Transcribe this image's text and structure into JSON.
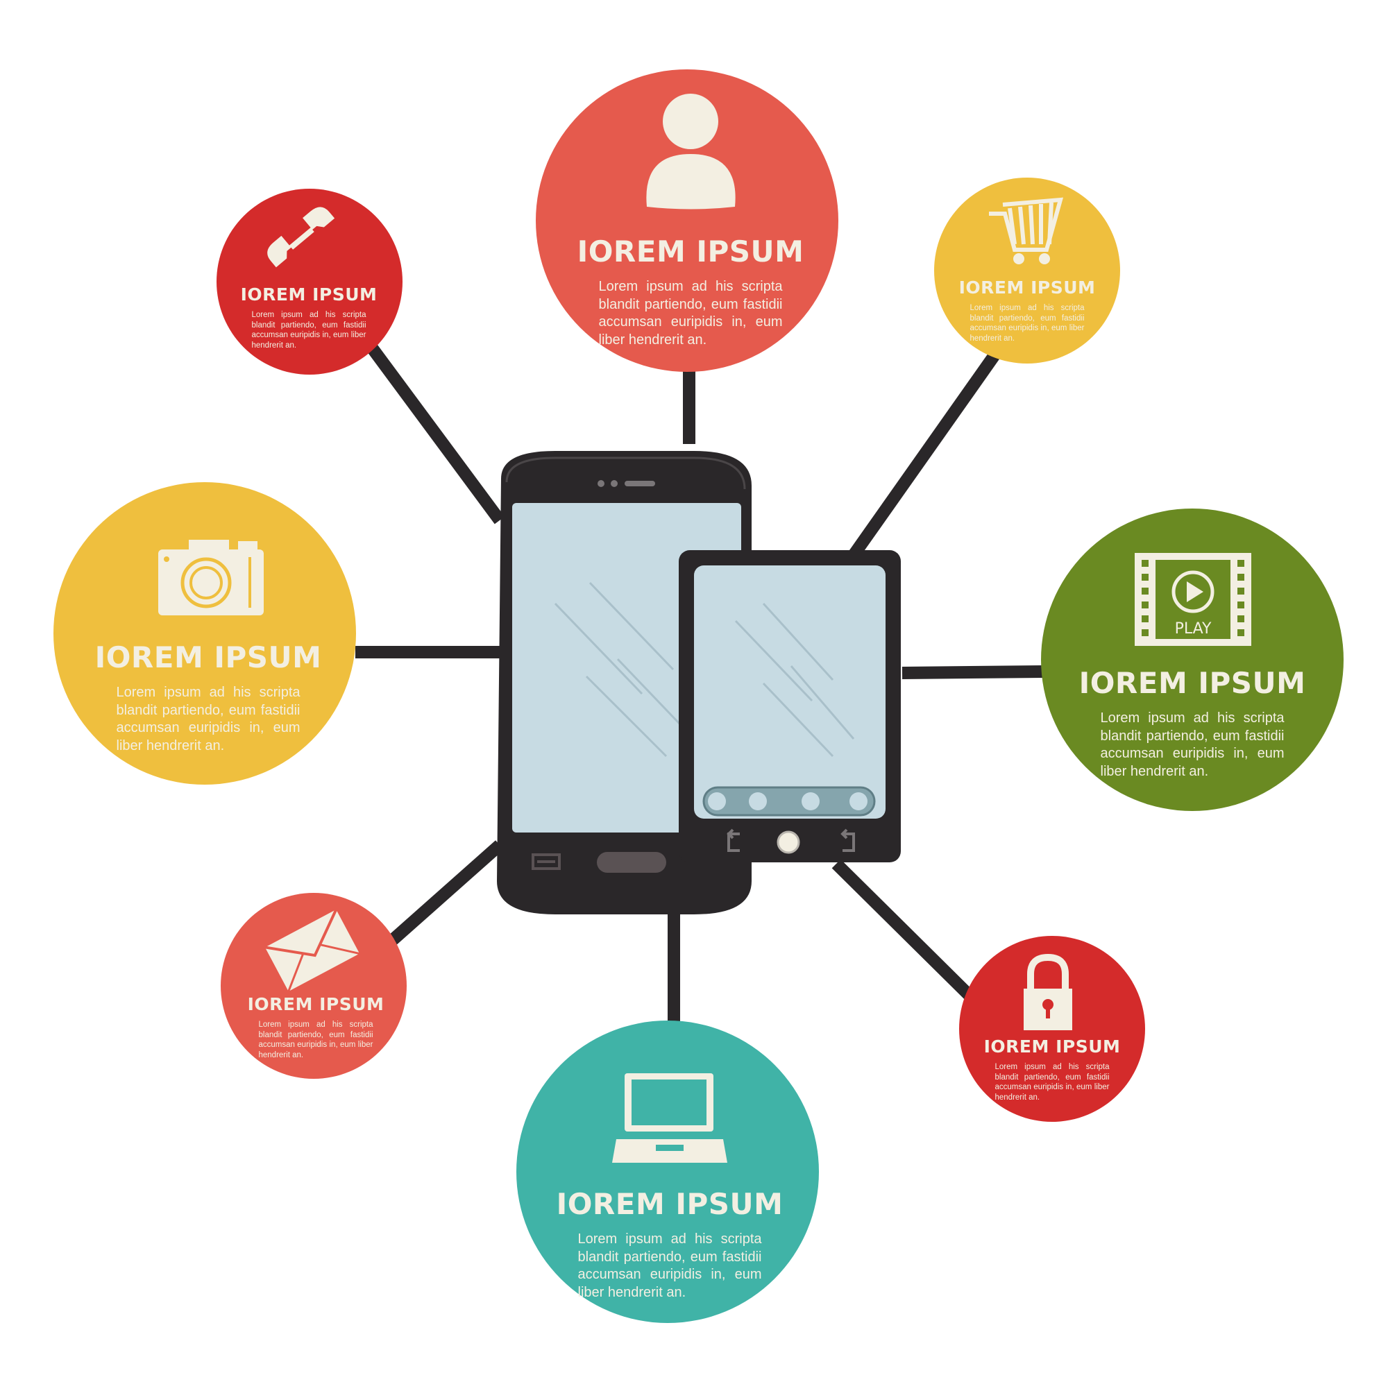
{
  "colors": {
    "coral": "#e55a4d",
    "red": "#d42b2b",
    "yellow": "#efbf3e",
    "green": "#6a8a22",
    "teal": "#40b3a7",
    "cream": "#f3efe2",
    "device": "#2a2729",
    "screen": "#c7dbe3",
    "line": "#2a2729"
  },
  "nodes": [
    {
      "id": "user",
      "icon": "user-icon",
      "color": "coral",
      "title": "IOREM IPSUM",
      "text": "Lorem ipsum ad his scripta blandit partiendo, eum fastidii accumsan euripidis in, eum liber hendrerit an."
    },
    {
      "id": "phone",
      "icon": "phone-icon",
      "color": "red",
      "title": "IOREM IPSUM",
      "text": "Lorem ipsum ad his scripta blandit partiendo, eum fastidii accumsan euripidis in, eum liber hendrerit an."
    },
    {
      "id": "cart",
      "icon": "shopping-cart-icon",
      "color": "yellow",
      "title": "IOREM IPSUM",
      "text": "Lorem ipsum ad his scripta blandit partiendo, eum fastidii accumsan euripidis in, eum liber hendrerit an."
    },
    {
      "id": "camera",
      "icon": "camera-icon",
      "color": "yellow",
      "title": "IOREM IPSUM",
      "text": "Lorem ipsum ad his scripta blandit partiendo, eum fastidii accumsan euripidis in, eum liber hendrerit an."
    },
    {
      "id": "video",
      "icon": "video-play-icon",
      "color": "green",
      "title": "IOREM IPSUM",
      "text": "Lorem ipsum ad his scripta blandit partiendo, eum fastidii accumsan euripidis in, eum liber hendrerit an.",
      "icon_label": "PLAY"
    },
    {
      "id": "mail",
      "icon": "envelope-icon",
      "color": "coral",
      "title": "IOREM IPSUM",
      "text": "Lorem ipsum ad his scripta blandit partiendo, eum fastidii accumsan euripidis in, eum liber hendrerit an."
    },
    {
      "id": "laptop",
      "icon": "laptop-icon",
      "color": "teal",
      "title": "IOREM IPSUM",
      "text": "Lorem ipsum ad his scripta blandit partiendo, eum fastidii accumsan euripidis in, eum liber hendrerit an."
    },
    {
      "id": "lock",
      "icon": "padlock-icon",
      "color": "red",
      "title": "IOREM IPSUM",
      "text": "Lorem ipsum ad his scripta blandit partiendo, eum fastidii accumsan euripidis in, eum liber hendrerit an."
    }
  ]
}
